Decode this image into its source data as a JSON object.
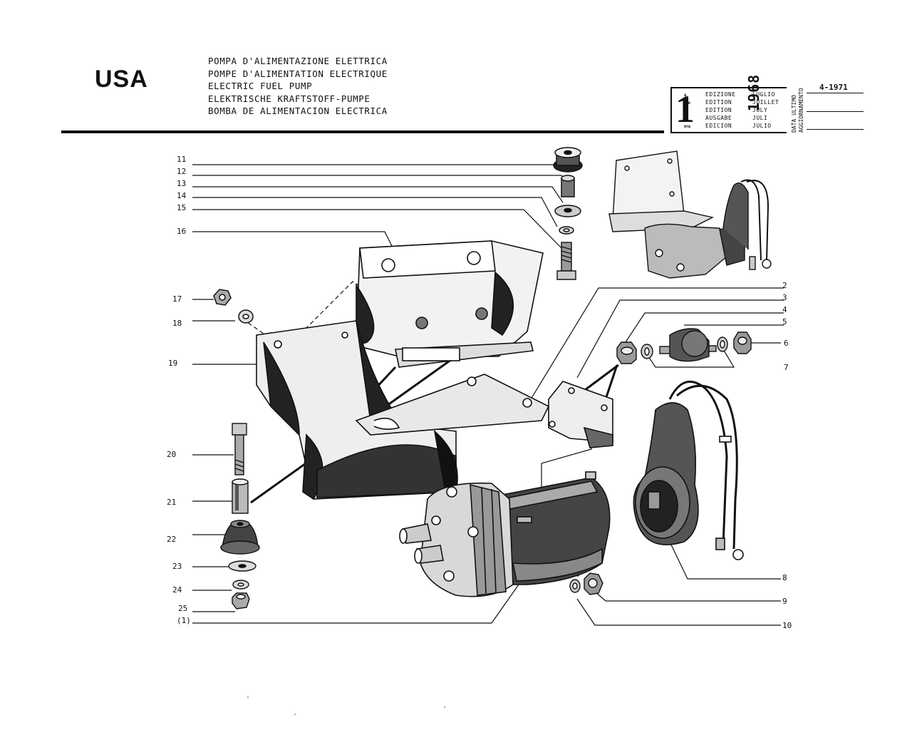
{
  "header": {
    "region": "USA",
    "titles": [
      "POMPA D'ALIMENTAZIONE ELETTRICA",
      "POMPE D'ALIMENTATION ELECTRIQUE",
      "ELECTRIC FUEL PUMP",
      "ELEKTRISCHE KRAFTSTOFF-PUMPE",
      "BOMBA DE ALIMENTACION ELECTRICA"
    ]
  },
  "edition": {
    "number": "1",
    "suffixes": [
      "a",
      "ere",
      "st",
      ".",
      "era"
    ],
    "labels": [
      "EDIZIONE",
      "EDITION",
      "EDITION",
      "AUSGABE",
      "EDICION"
    ],
    "months": [
      "LUGLIO",
      "JUILLET",
      "JULY",
      "JULI",
      "JULIO"
    ],
    "year": "1968",
    "update_label_1": "DATA ULTIMO",
    "update_label_2": "AGGIORNAMENTO",
    "update_date": "4-1971"
  },
  "callouts_left": [
    "11",
    "12",
    "13",
    "14",
    "15",
    "16",
    "17",
    "18",
    "19",
    "20",
    "21",
    "22",
    "23",
    "24",
    "25",
    "(1)"
  ],
  "callouts_right": [
    "2",
    "3",
    "4",
    "5",
    "6",
    "7",
    "8",
    "9",
    "10"
  ]
}
